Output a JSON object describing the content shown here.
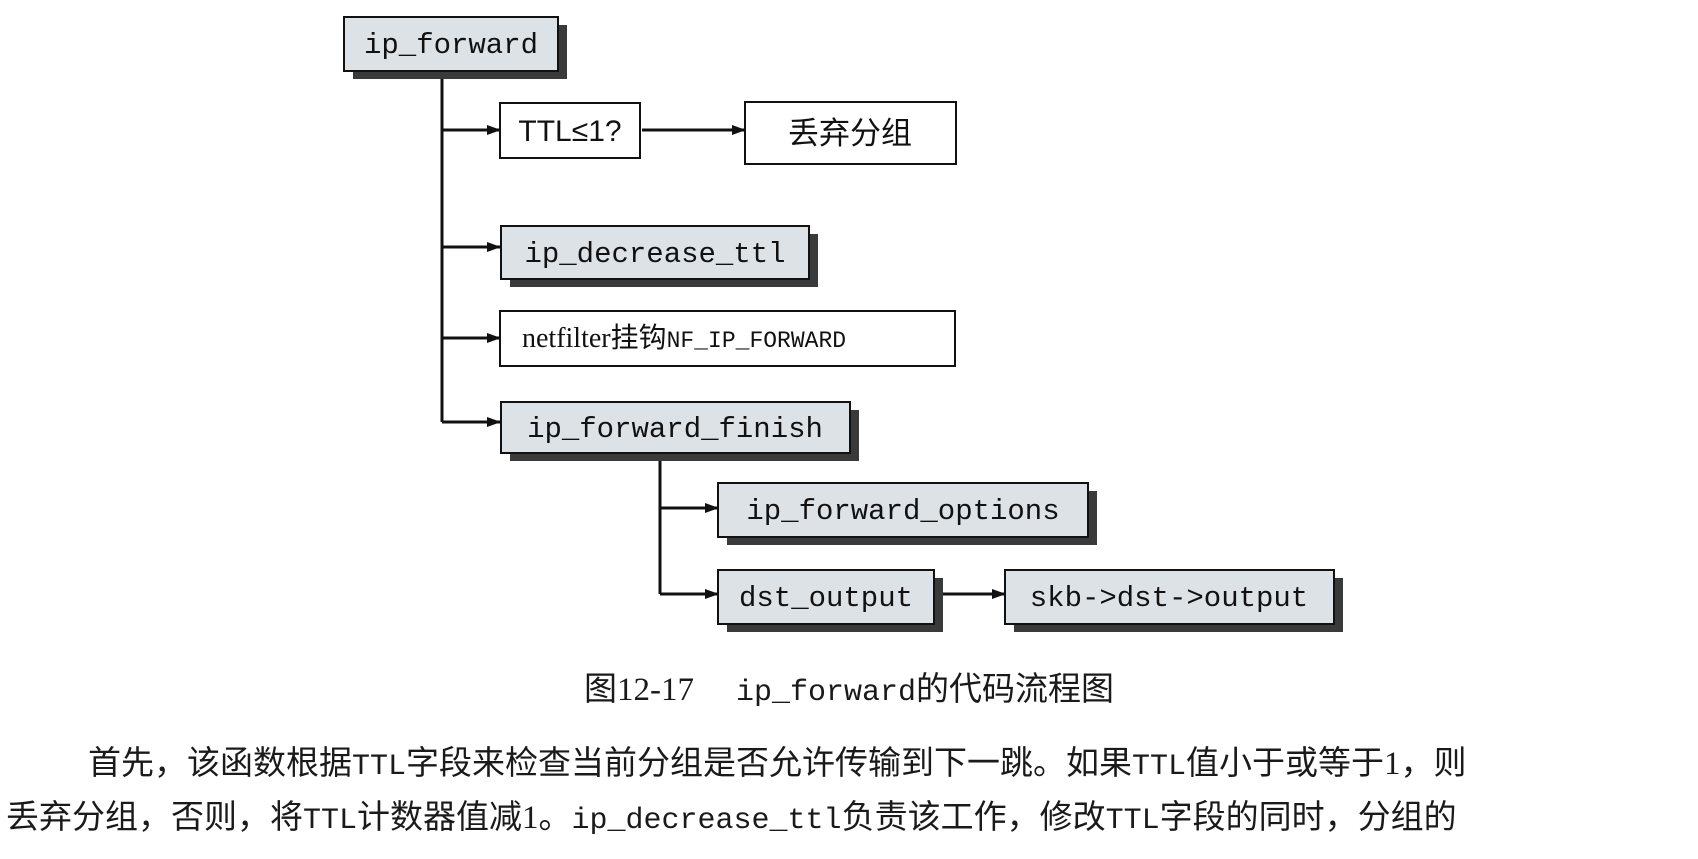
{
  "diagram": {
    "nodes": {
      "ip_forward": "ip_forward",
      "ttl_check": "TTL≤1?",
      "drop": "丢弃分组",
      "ip_decrease_ttl": "ip_decrease_ttl",
      "netfilter_prefix": "netfilter挂钩",
      "netfilter_hook": "NF_IP_FORWARD",
      "ip_forward_finish": "ip_forward_finish",
      "ip_forward_options": "ip_forward_options",
      "dst_output": "dst_output",
      "skb_output": "skb->dst->output"
    },
    "colors": {
      "shaded_fill": "#dde2e6",
      "shadow": "#3a3a3a",
      "stroke": "#111111"
    }
  },
  "caption": {
    "figure_no": "图12-17",
    "func": "ip_forward",
    "title": "的代码流程图"
  },
  "body": {
    "line1": {
      "p1": "首先，该函数根据",
      "ttl1": "TTL",
      "p2": "字段来检查当前分组是否允许传输到下一跳。如果",
      "ttl2": "TTL",
      "p3": "值小于或等于1，则"
    },
    "line2": {
      "p1": "丢弃分组，否则，将",
      "ttl1": "TTL",
      "p2": "计数器值减1。",
      "code": "ip_decrease_ttl",
      "p3": "负责该工作，修改",
      "ttl2": "TTL",
      "p4": "字段的同时，分组的"
    }
  }
}
